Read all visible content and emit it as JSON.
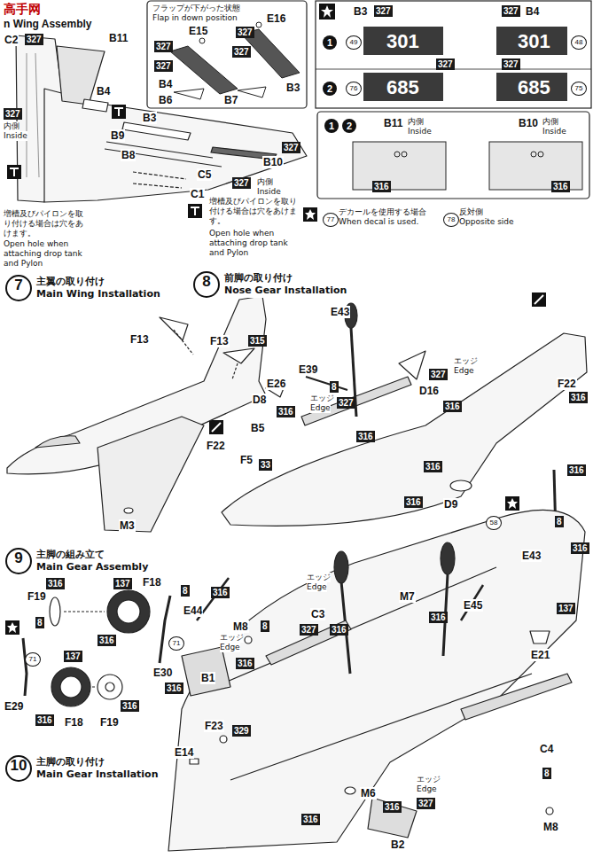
{
  "diagram": {
    "nodes": [
      {
        "text": [
          "7",
          "主翼の取り付け",
          "Main Wing Installation"
        ]
      },
      {
        "text": [
          "8",
          "前脚の取り付け",
          "Nose Gear Installation"
        ]
      },
      {
        "text": [
          "9",
          "主脚の組み立て",
          "Main Gear Assembly"
        ]
      },
      {
        "text": [
          "10",
          "主脚の取り付け",
          "Main Gear Installation"
        ]
      }
    ],
    "labels": [
      "高手网",
      "n Wing Assembly",
      "C2",
      "327",
      "B11",
      "B4",
      "B3",
      "B9",
      "B8",
      "327",
      "内側",
      "Inside",
      "B10",
      "C5",
      "C1",
      "327",
      "内側",
      "Inside",
      "327",
      "増槽及びパイロンを取り付ける場合は穴をあけます。",
      "Open hole when attaching drop tank and Pylon",
      "増槽及びパイロンを取り付ける場合は穴をあけます。",
      "Open hole when attaching drop tank and Pylon",
      "フラップが下がった状態",
      "Flap in down position",
      "E16",
      "E15",
      "327",
      "327",
      "327",
      "327",
      "B4",
      "B3",
      "B6",
      "B7",
      "B3",
      "327",
      "327",
      "B4",
      "1",
      "49",
      "301",
      "301",
      "48",
      "327",
      "327",
      "2",
      "76",
      "685",
      "685",
      "75",
      "1",
      "2",
      "B11",
      "内側",
      "Inside",
      "B10",
      "内側",
      "Inside",
      "316",
      "316",
      "77",
      "デカールを使用する場合",
      "When decal is used.",
      "78",
      "反対側",
      "Opposite side",
      "F13",
      "F13",
      "315",
      "M3",
      "E43",
      "E39",
      "E26",
      "8",
      "エッジ",
      "Edge",
      "327",
      "D16",
      "316",
      "316",
      "D8",
      "エッジ",
      "Edge",
      "327",
      "B5",
      "316",
      "F5",
      "33",
      "316",
      "316",
      "D9",
      "F22",
      "316",
      "F22",
      "316",
      "58",
      "8",
      "E43",
      "316",
      "137",
      "E44",
      "316",
      "316",
      "M7",
      "E45",
      "316",
      "E21",
      "M8",
      "8",
      "エッジ",
      "Edge",
      "C3",
      "327",
      "B1",
      "エッジ",
      "Edge",
      "316",
      "F23",
      "329",
      "E14",
      "316",
      "M6",
      "316",
      "B2",
      "エッジ",
      "Edge",
      "327",
      "8",
      "M8",
      "C4",
      "F19",
      "316",
      "137",
      "F18",
      "8",
      "316",
      "71",
      "E30",
      "316",
      "71",
      "8",
      "137",
      "E29",
      "316",
      "F18",
      "F19",
      "316"
    ]
  }
}
